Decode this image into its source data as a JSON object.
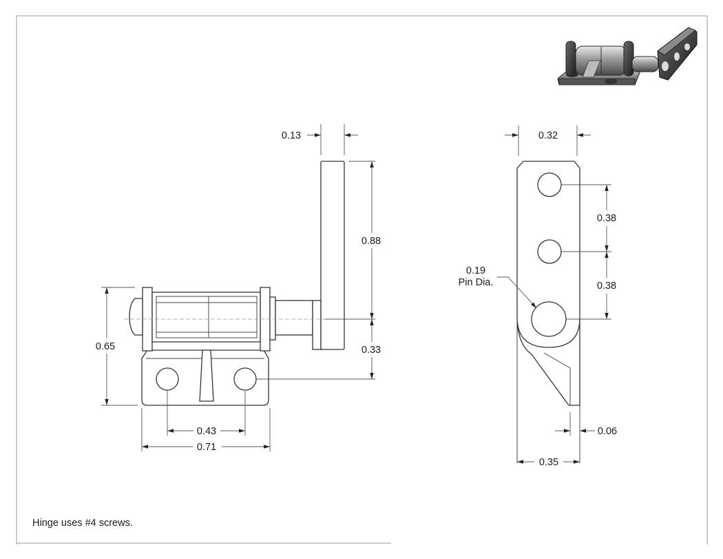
{
  "drawing": {
    "note": "Hinge uses #4 screws.",
    "front_view": {
      "tab_thickness": "0.13",
      "tab_height": "0.88",
      "tab_below_pin": "0.33",
      "overall_height": "0.65",
      "hole_spacing": "0.43",
      "overall_width": "0.71"
    },
    "side_view": {
      "tab_width": "0.32",
      "hole_spacing_upper": "0.38",
      "hole_spacing_lower": "0.38",
      "pin_label_value": "0.19",
      "pin_label_text": "Pin Dia.",
      "gap": "0.06",
      "overall_depth": "0.35"
    }
  }
}
